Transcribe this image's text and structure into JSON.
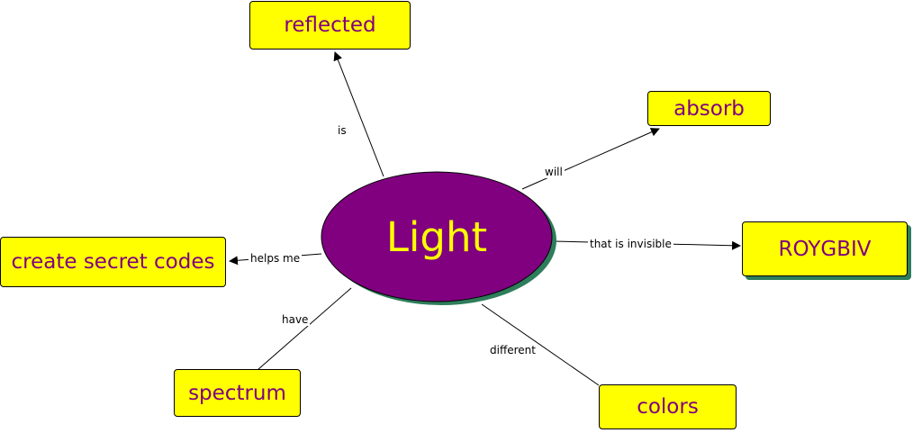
{
  "center": {
    "label": "Light",
    "fill": "#800080",
    "text_color": "#ffff00",
    "shadow": "#2e7d5b"
  },
  "nodes": {
    "reflected": "reflected",
    "absorb": "absorb",
    "roygbiv": "ROYGBIV",
    "secret_codes": "create secret codes",
    "spectrum": "spectrum",
    "colors": "colors"
  },
  "links": {
    "is": "is",
    "will": "will",
    "invisible": "that is invisible",
    "helps_me": "helps me",
    "have": "have",
    "different": "different"
  },
  "colors": {
    "node_fill": "#ffff00",
    "node_text": "#7f007f",
    "line": "#000000"
  }
}
